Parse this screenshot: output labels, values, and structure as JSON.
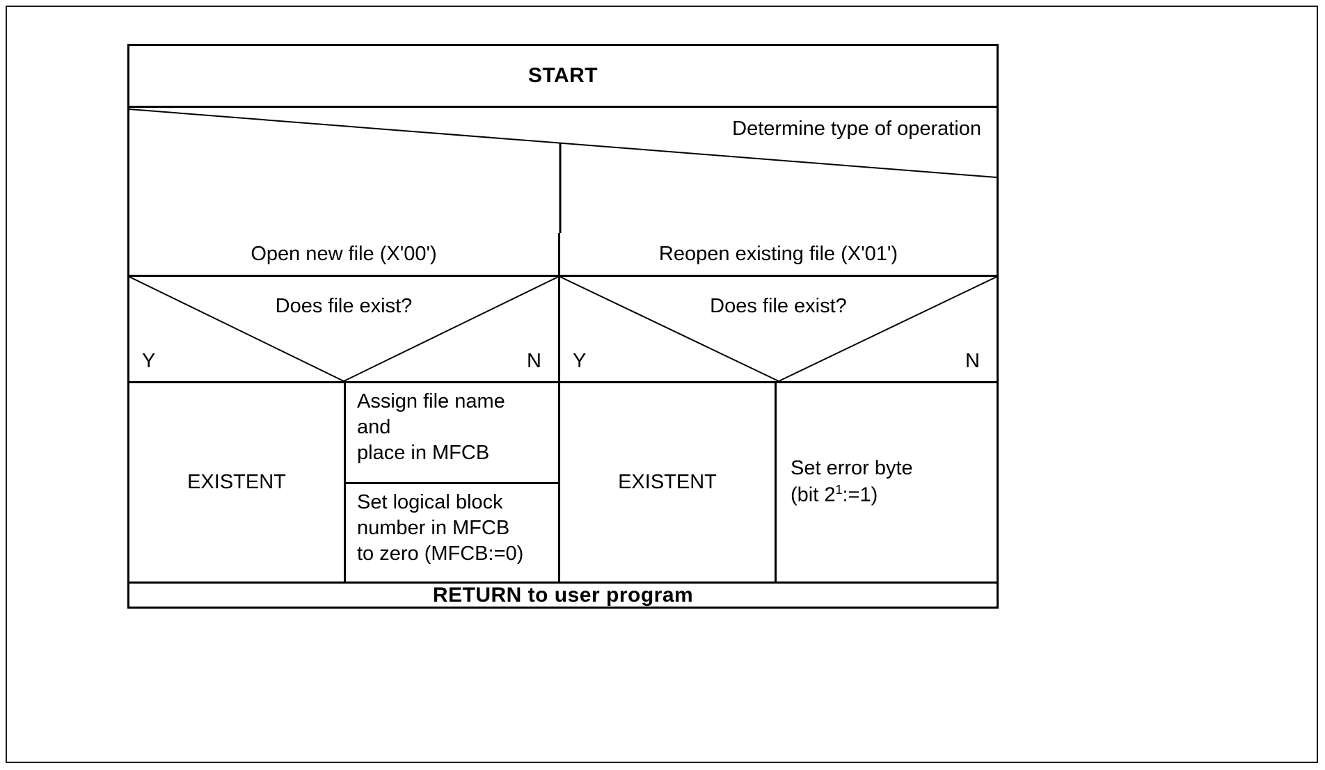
{
  "diagram": {
    "type": "nassi-shneiderman-structogram",
    "start": {
      "label": "START"
    },
    "determine": {
      "label": "Determine type of operation"
    },
    "operations": [
      {
        "label": "Open new file (X'00')"
      },
      {
        "label": "Reopen existing file (X'01')"
      }
    ],
    "decisions": [
      {
        "question": "Does file exist?",
        "yes": "Y",
        "no": "N"
      },
      {
        "question": "Does file exist?",
        "yes": "Y",
        "no": "N"
      }
    ],
    "branches": {
      "open_yes": {
        "label": "EXISTENT"
      },
      "open_no": {
        "line1": "Assign file name",
        "line2": "and",
        "line3": "place in MFCB",
        "line4": "Set logical block",
        "line5": "number in MFCB",
        "line6": "to zero (MFCB:=0)"
      },
      "reopen_yes": {
        "label": "EXISTENT"
      },
      "reopen_no": {
        "line1": "Set error byte",
        "line2_prefix": "(bit 2",
        "line2_sup": "1",
        "line2_suffix": ":=1)"
      }
    },
    "return": {
      "label": "RETURN to user program"
    },
    "colors": {
      "line": "#000000",
      "text": "#000000",
      "background": "#ffffff",
      "frame": "#1a1a1a"
    }
  }
}
